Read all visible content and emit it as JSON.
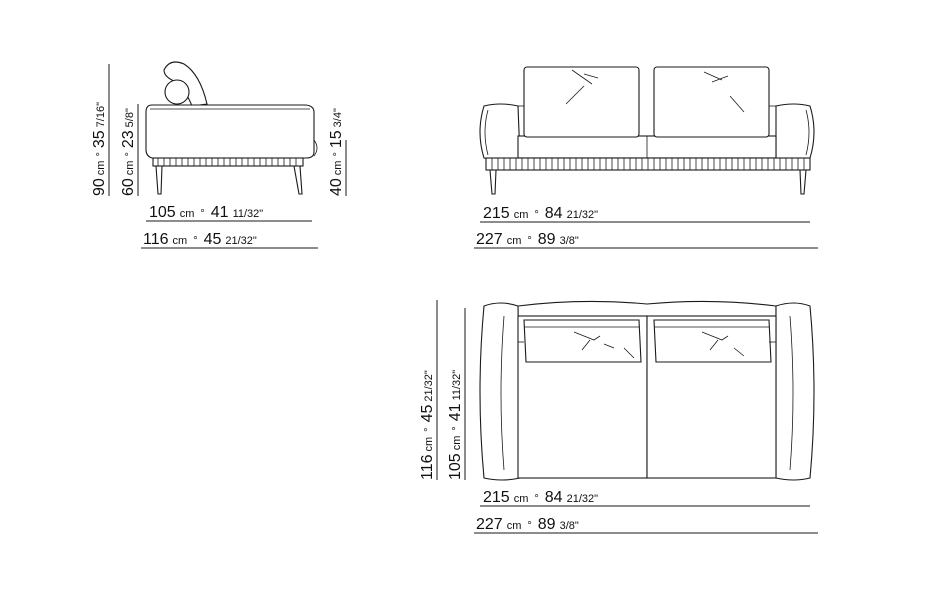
{
  "side_view": {
    "height_total": {
      "cm": "90",
      "cm_unit": "cm",
      "sep": "°",
      "in": "35",
      "in_frac": "7/16\""
    },
    "seat_height": {
      "cm": "60",
      "cm_unit": "cm",
      "sep": "°",
      "in": "23",
      "in_frac": "5/8\""
    },
    "leg_height": {
      "cm": "40",
      "cm_unit": "cm",
      "sep": "°",
      "in": "15",
      "in_frac": "3/4\""
    },
    "depth_inner": {
      "cm": "105",
      "cm_unit": "cm",
      "sep": "°",
      "in": "41",
      "in_frac": "11/32\""
    },
    "depth_outer": {
      "cm": "116",
      "cm_unit": "cm",
      "sep": "°",
      "in": "45",
      "in_frac": "21/32\""
    }
  },
  "front_view": {
    "width_inner": {
      "cm": "215",
      "cm_unit": "cm",
      "sep": "°",
      "in": "84",
      "in_frac": "21/32\""
    },
    "width_outer": {
      "cm": "227",
      "cm_unit": "cm",
      "sep": "°",
      "in": "89",
      "in_frac": "3/8\""
    }
  },
  "top_view": {
    "depth_outer": {
      "cm": "116",
      "cm_unit": "cm",
      "sep": "°",
      "in": "45",
      "in_frac": "21/32\""
    },
    "depth_inner": {
      "cm": "105",
      "cm_unit": "cm",
      "sep": "°",
      "in": "41",
      "in_frac": "11/32\""
    },
    "width_inner": {
      "cm": "215",
      "cm_unit": "cm",
      "sep": "°",
      "in": "84",
      "in_frac": "21/32\""
    },
    "width_outer": {
      "cm": "227",
      "cm_unit": "cm",
      "sep": "°",
      "in": "89",
      "in_frac": "3/8\""
    }
  }
}
